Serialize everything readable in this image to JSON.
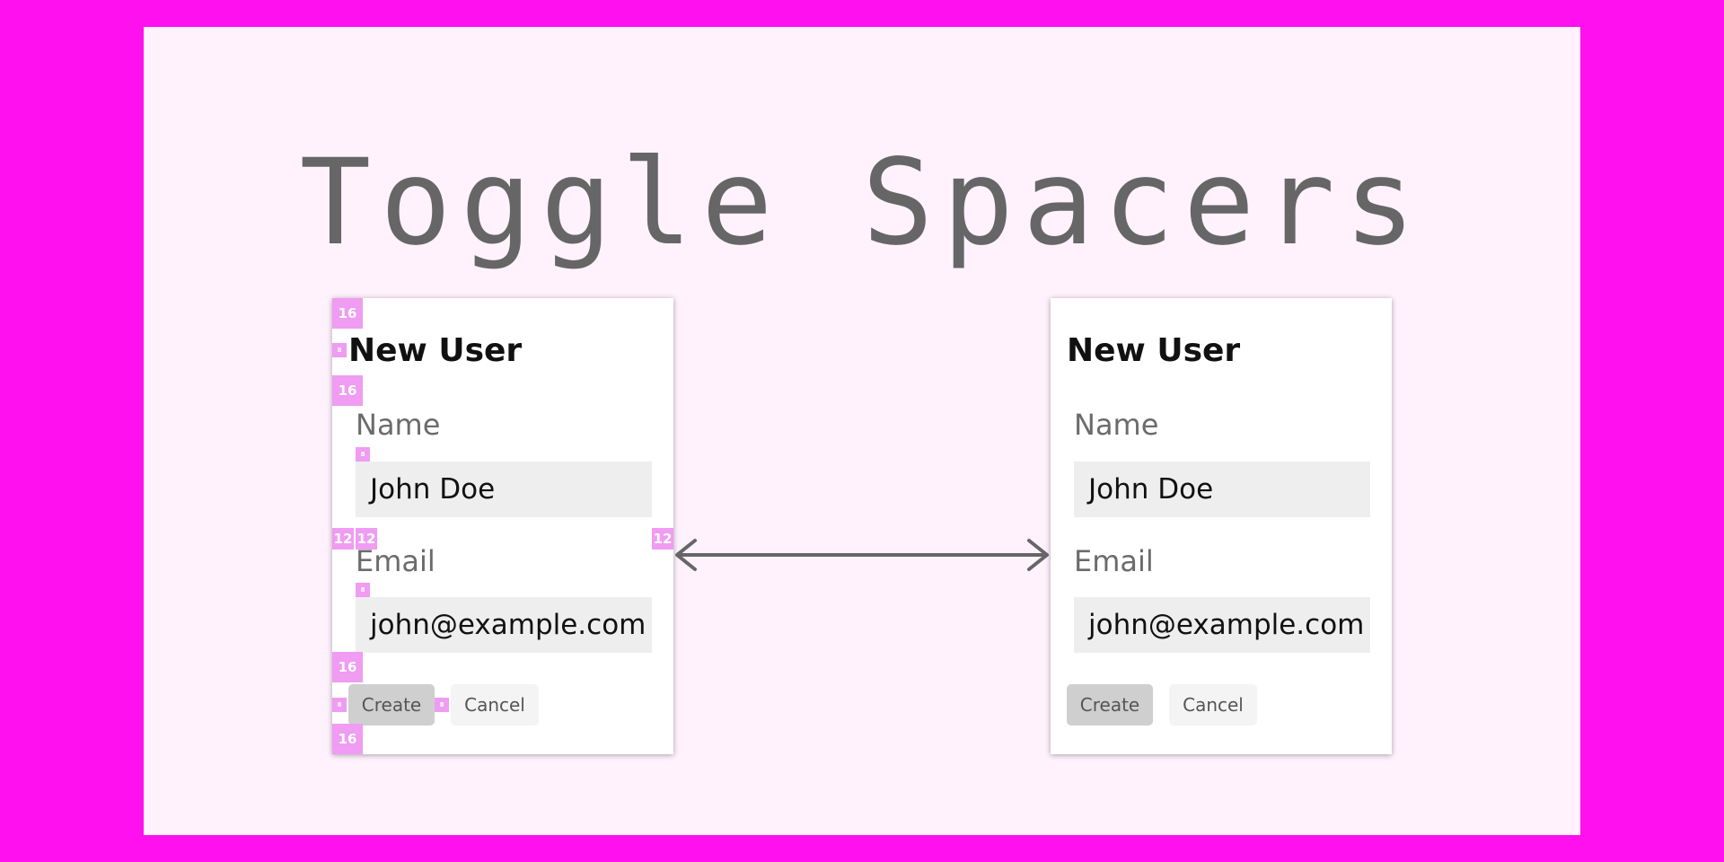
{
  "title": "Toggle Spacers",
  "card_left": {
    "heading": "New User",
    "name_label": "Name",
    "name_value": "John Doe",
    "email_label": "Email",
    "email_value": "john@example.com",
    "create_label": "Create",
    "cancel_label": "Cancel",
    "spacers": {
      "top": "16",
      "heading_left": "8",
      "below_heading": "16",
      "name_gap": "8",
      "between_left": "12",
      "between_inner": "12",
      "field_right": "12",
      "email_gap": "8",
      "above_buttons": "16",
      "buttons_left": "8",
      "buttons_gap": "8",
      "bottom": "16"
    }
  },
  "card_right": {
    "heading": "New User",
    "name_label": "Name",
    "name_value": "John Doe",
    "email_label": "Email",
    "email_value": "john@example.com",
    "create_label": "Create",
    "cancel_label": "Cancel"
  },
  "colors": {
    "frame": "#ff10ee",
    "canvas": "#fff2fd",
    "spacer": "#ef9cf2",
    "title": "#666666"
  },
  "icons": {
    "connector": "double-headed-arrow-icon"
  }
}
